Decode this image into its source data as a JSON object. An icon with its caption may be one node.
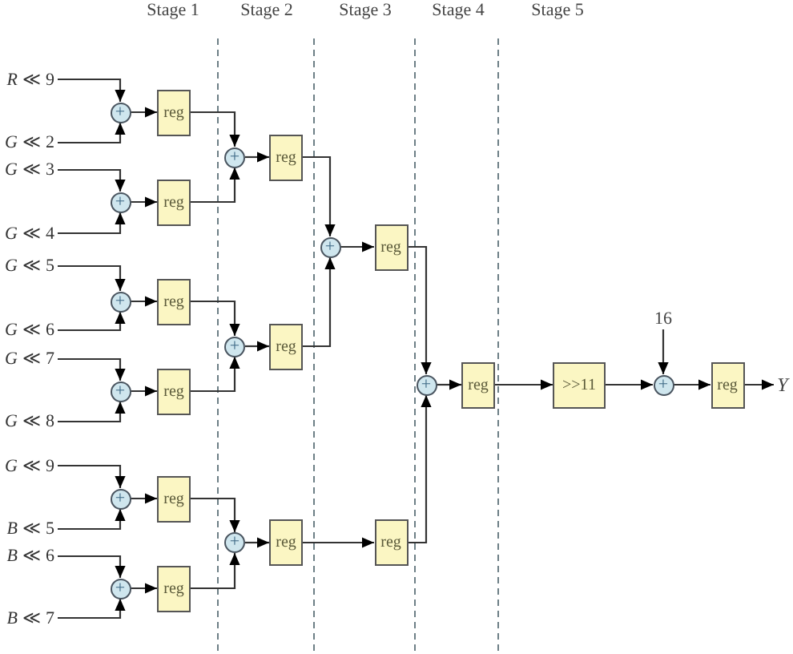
{
  "diagram": {
    "nodes": [
      {
        "text": [
          "*R* ≪ 9"
        ]
      },
      {
        "text": [
          "*G* ≪ 2"
        ]
      },
      {
        "text": [
          "*G* ≪ 3"
        ]
      },
      {
        "text": [
          "*G* ≪ 4"
        ]
      },
      {
        "text": [
          "*G* ≪ 5"
        ]
      },
      {
        "text": [
          "*G* ≪ 6"
        ]
      },
      {
        "text": [
          "*G* ≪ 7"
        ]
      },
      {
        "text": [
          "*G* ≪ 8"
        ]
      },
      {
        "text": [
          "*G* ≪ 9"
        ]
      },
      {
        "text": [
          "*B* ≪ 5"
        ]
      },
      {
        "text": [
          "*B* ≪ 6"
        ]
      },
      {
        "text": [
          "*B* ≪ 7"
        ]
      },
      {
        "text": [
          "+"
        ]
      },
      {
        "text": [
          "+"
        ]
      },
      {
        "text": [
          "+"
        ]
      },
      {
        "text": [
          "+"
        ]
      },
      {
        "text": [
          "+"
        ]
      },
      {
        "text": [
          "+"
        ]
      },
      {
        "text": [
          "reg"
        ]
      },
      {
        "text": [
          "reg"
        ]
      },
      {
        "text": [
          "reg"
        ]
      },
      {
        "text": [
          "reg"
        ]
      },
      {
        "text": [
          "reg"
        ]
      },
      {
        "text": [
          "reg"
        ]
      },
      {
        "text": [
          "+"
        ]
      },
      {
        "text": [
          "+"
        ]
      },
      {
        "text": [
          "+"
        ]
      },
      {
        "text": [
          "reg"
        ]
      },
      {
        "text": [
          "reg"
        ]
      },
      {
        "text": [
          "reg"
        ]
      },
      {
        "text": [
          "+"
        ]
      },
      {
        "text": [
          "reg"
        ]
      },
      {
        "text": [
          "reg"
        ]
      },
      {
        "text": [
          "+"
        ]
      },
      {
        "text": [
          "reg"
        ]
      },
      {
        "text": [
          ">>11"
        ]
      },
      {
        "text": [
          "16"
        ]
      },
      {
        "text": [
          "+"
        ]
      },
      {
        "text": [
          "reg"
        ]
      },
      {
        "text": [
          "Y"
        ]
      }
    ],
    "edges": [
      {
        "from": 0,
        "to": 12,
        "arrow": "to"
      },
      {
        "from": 1,
        "to": 12,
        "arrow": "to"
      },
      {
        "from": 12,
        "to": 18,
        "arrow": "to"
      },
      {
        "from": 2,
        "to": 13,
        "arrow": "to"
      },
      {
        "from": 3,
        "to": 13,
        "arrow": "to"
      },
      {
        "from": 13,
        "to": 19,
        "arrow": "to"
      },
      {
        "from": 4,
        "to": 14,
        "arrow": "to"
      },
      {
        "from": 5,
        "to": 14,
        "arrow": "to"
      },
      {
        "from": 14,
        "to": 20,
        "arrow": "to"
      },
      {
        "from": 6,
        "to": 15,
        "arrow": "to"
      },
      {
        "from": 7,
        "to": 15,
        "arrow": "to"
      },
      {
        "from": 15,
        "to": 21,
        "arrow": "to"
      },
      {
        "from": 8,
        "to": 16,
        "arrow": "to"
      },
      {
        "from": 9,
        "to": 16,
        "arrow": "to"
      },
      {
        "from": 16,
        "to": 22,
        "arrow": "to"
      },
      {
        "from": 10,
        "to": 17,
        "arrow": "to"
      },
      {
        "from": 11,
        "to": 17,
        "arrow": "to"
      },
      {
        "from": 17,
        "to": 23,
        "arrow": "to"
      },
      {
        "from": 18,
        "to": 24,
        "arrow": "to"
      },
      {
        "from": 19,
        "to": 24,
        "arrow": "to"
      },
      {
        "from": 24,
        "to": 27,
        "arrow": "to"
      },
      {
        "from": 20,
        "to": 25,
        "arrow": "to"
      },
      {
        "from": 21,
        "to": 25,
        "arrow": "to"
      },
      {
        "from": 25,
        "to": 28,
        "arrow": "to"
      },
      {
        "from": 22,
        "to": 26,
        "arrow": "to"
      },
      {
        "from": 23,
        "to": 26,
        "arrow": "to"
      },
      {
        "from": 26,
        "to": 29,
        "arrow": "to"
      },
      {
        "from": 27,
        "to": 30,
        "arrow": "to"
      },
      {
        "from": 28,
        "to": 30,
        "arrow": "to"
      },
      {
        "from": 30,
        "to": 31,
        "arrow": "to"
      },
      {
        "from": 29,
        "to": 32,
        "arrow": "to"
      },
      {
        "from": 31,
        "to": 33,
        "arrow": "to"
      },
      {
        "from": 32,
        "to": 33,
        "arrow": "to"
      },
      {
        "from": 33,
        "to": 34,
        "arrow": "to"
      },
      {
        "from": 34,
        "to": 35,
        "arrow": "to"
      },
      {
        "from": 35,
        "to": 37,
        "arrow": "to"
      },
      {
        "from": 36,
        "to": 37,
        "arrow": "to"
      },
      {
        "from": 37,
        "to": 38,
        "arrow": "to"
      },
      {
        "from": 38,
        "to": 39,
        "arrow": "to"
      }
    ],
    "labels": [
      "Stage 1",
      "Stage 2",
      "Stage 3",
      "Stage 4",
      "Stage 5"
    ]
  }
}
